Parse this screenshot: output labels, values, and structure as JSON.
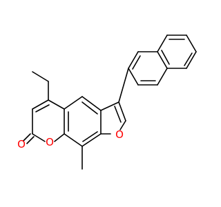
{
  "molecule": {
    "atom_labels": {
      "carbonyl_oxygen": "O",
      "pyranone_oxygen": "O",
      "furan_oxygen": "O"
    },
    "colors": {
      "bond": "#000000",
      "oxygen": "#ff0000"
    }
  }
}
